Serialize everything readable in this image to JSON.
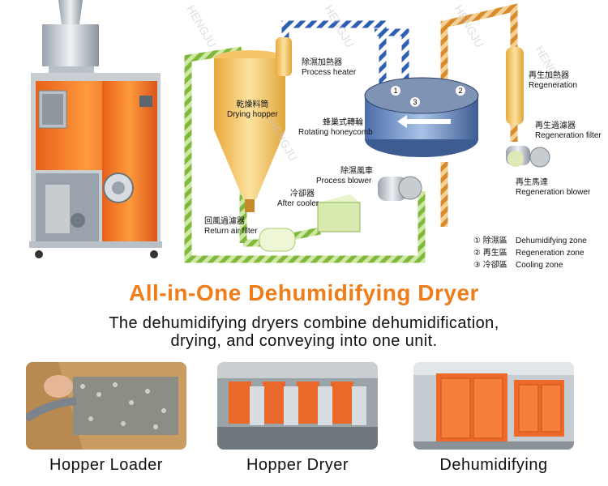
{
  "diagram": {
    "labels": {
      "process_heater": {
        "cn": "除濕加熱器",
        "en": "Process heater"
      },
      "drying_hopper": {
        "cn": "乾燥料筒",
        "en": "Drying hopper"
      },
      "rotating_honeycomb": {
        "cn": "蜂巢式轉輪",
        "en": "Rotating honeycomb"
      },
      "regeneration": {
        "cn": "再生加熱器",
        "en": "Regeneration"
      },
      "regeneration_filter": {
        "cn": "再生過濾器",
        "en": "Regeneration filter"
      },
      "regeneration_blower": {
        "cn": "再生馬達",
        "en": "Regeneration blower"
      },
      "process_blower": {
        "cn": "除濕風車",
        "en": "Process blower"
      },
      "after_cooler": {
        "cn": "冷卻器",
        "en": "After cooler"
      },
      "return_air_filter": {
        "cn": "回風過濾器",
        "en": "Return air filter"
      }
    },
    "legend": [
      {
        "num": "①",
        "cn": "除濕區",
        "en": "Dehumidifying zone"
      },
      {
        "num": "②",
        "cn": "再生區",
        "en": "Regeneration zone"
      },
      {
        "num": "③",
        "cn": "冷卻區",
        "en": "Cooling zone"
      }
    ],
    "wheel_markers": [
      "1",
      "3",
      "2"
    ],
    "watermark": "HENGJU"
  },
  "headline": "All-in-One Dehumidifying Dryer",
  "subtitle_line1": "The dehumidifying dryers combine dehumidification,",
  "subtitle_line2": "drying, and conveying into one unit.",
  "products": [
    {
      "caption": "Hopper Loader"
    },
    {
      "caption": "Hopper Dryer"
    },
    {
      "caption": "Dehumidifying"
    }
  ],
  "colors": {
    "accent_orange": "#ef7d1a",
    "pipe_green": "#8cc63f",
    "pipe_blue": "#2f5fb3",
    "pipe_orange": "#d98a2b"
  }
}
